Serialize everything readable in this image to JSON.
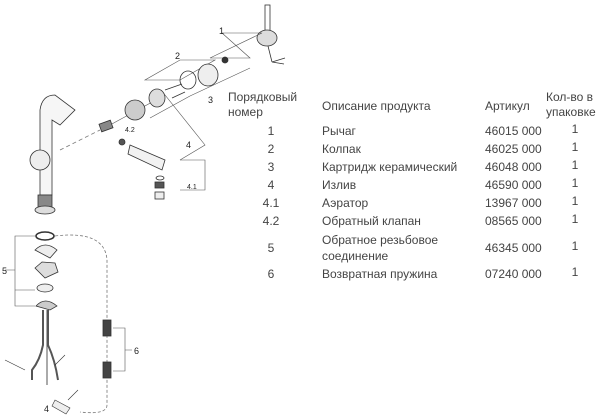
{
  "diagram": {
    "callouts": {
      "c1": "1",
      "c2": "2",
      "c3": "3",
      "c4": "4",
      "c41": "4.1",
      "c42": "4.2",
      "c5": "5",
      "c6": "6",
      "c4b": "4"
    }
  },
  "table": {
    "headers": {
      "number_line1": "Порядковый",
      "number_line2": "номер",
      "description": "Описание продукта",
      "article": "Артикул",
      "qty_line1": "Кол-во в",
      "qty_line2": "упаковке"
    },
    "rows": [
      {
        "num": "1",
        "desc": "Рычаг",
        "art": "46015 000",
        "qty": "1"
      },
      {
        "num": "2",
        "desc": "Колпак",
        "art": "46025 000",
        "qty": "1"
      },
      {
        "num": "3",
        "desc": "Картридж керамический",
        "art": "46048 000",
        "qty": "1"
      },
      {
        "num": "4",
        "desc": "Излив",
        "art": "46590 000",
        "qty": "1"
      },
      {
        "num": "4.1",
        "desc": "Аэратор",
        "art": "13967 000",
        "qty": "1"
      },
      {
        "num": "4.2",
        "desc": "Обратный клапан",
        "art": "08565 000",
        "qty": "1"
      },
      {
        "num": "5",
        "desc_line1": "Обратное резьбовое",
        "desc_line2": "соединение",
        "art": "46345 000",
        "qty": "1"
      },
      {
        "num": "6",
        "desc": "Возвратная пружина",
        "art": "07240 000",
        "qty": "1"
      }
    ]
  }
}
